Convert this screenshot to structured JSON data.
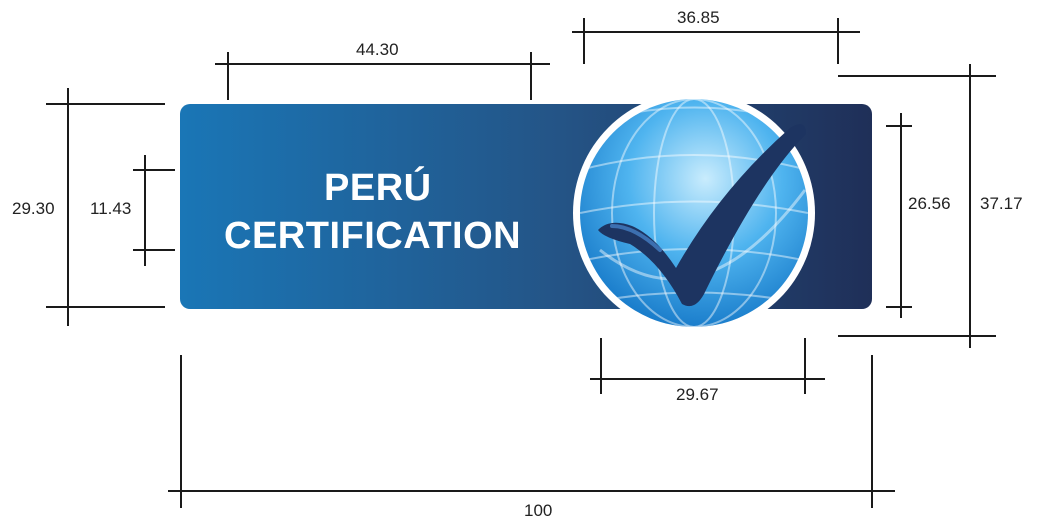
{
  "logo": {
    "line1": "PERÚ",
    "line2": "CERTIFICATION",
    "colors": {
      "bar_left": "#1a76b6",
      "bar_right": "#1f2f58",
      "globe_light": "#b9e3fb",
      "globe_dark": "#0b76c8",
      "check": "#1d3461",
      "text": "#ffffff"
    }
  },
  "dimensions": {
    "width_total": "100",
    "text_width": "44.30",
    "globe_span": "36.85",
    "globe_bottom": "29.67",
    "bar_height": "29.30",
    "text_height": "11.43",
    "inner_height": "26.56",
    "globe_height": "37.17"
  },
  "line_color": "#1a1a1a"
}
